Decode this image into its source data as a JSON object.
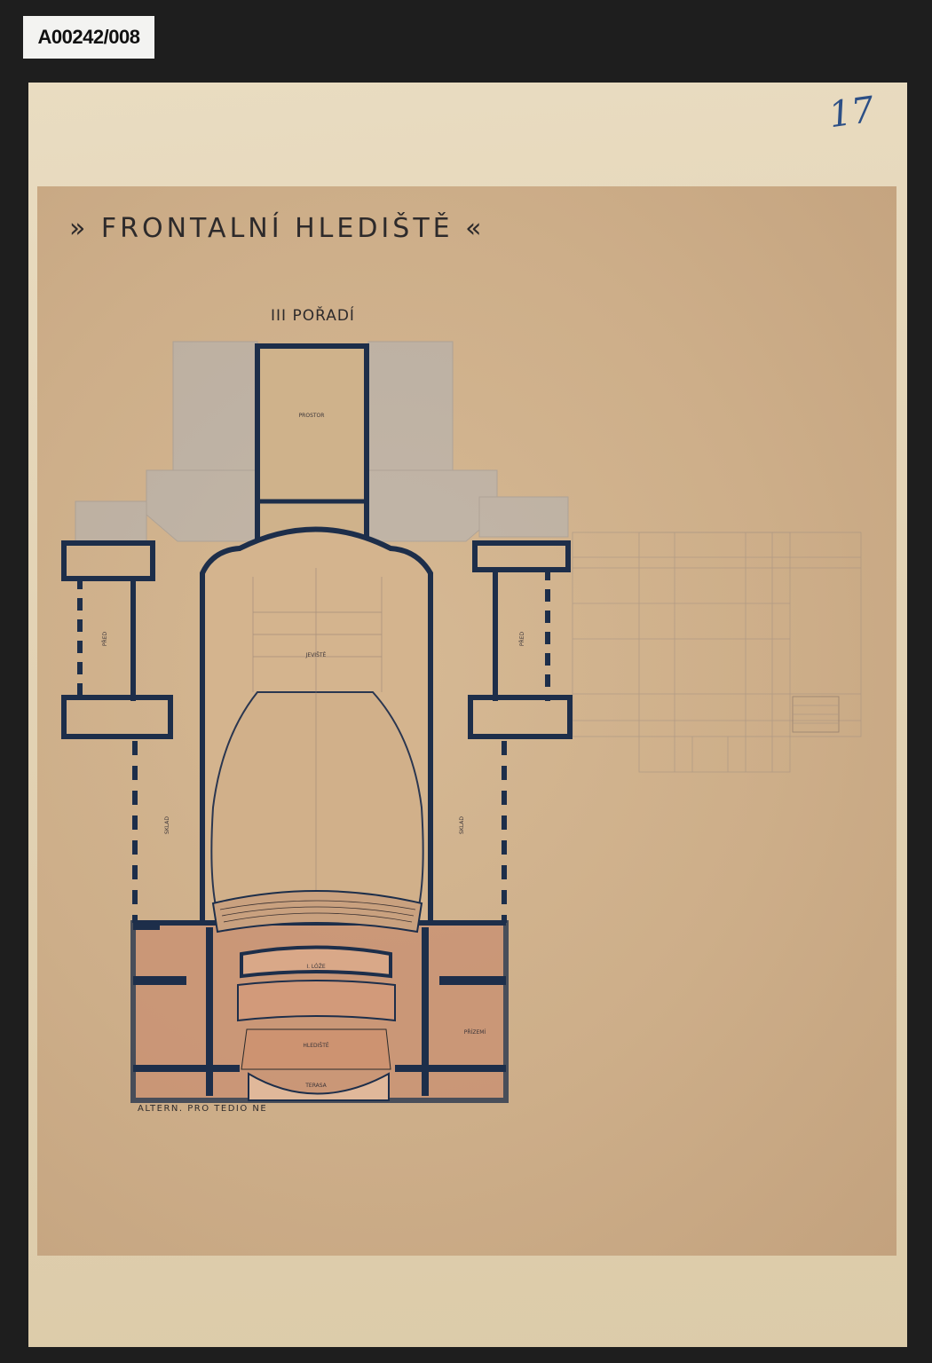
{
  "archive_id": "A00242/008",
  "folio_number": "17",
  "drawing": {
    "title": "» FRONTALNÍ HLEDIŠTĚ «",
    "subtitle": "III POŘADÍ",
    "rooms": {
      "stage_rear": "PROSTOR",
      "lobby_left": "PŘED",
      "lobby_right": "PŘED",
      "main_stage": "JEVIŠTĚ",
      "auditorium": "HLEDIŠTĚ",
      "balcony": "I. LÓŽE",
      "terrace": "TERASA",
      "front_room": "PŘÍZEMÍ",
      "left_hall": "SKLAD",
      "right_hall": "SKLAD"
    },
    "signature": "ALTERN. PRO TEDIO NE"
  },
  "colors": {
    "ink": "#1d2e4a",
    "wash_blue": "#9fb3cf",
    "wash_red": "#c98f71",
    "folio_ink": "#2c4f86"
  }
}
